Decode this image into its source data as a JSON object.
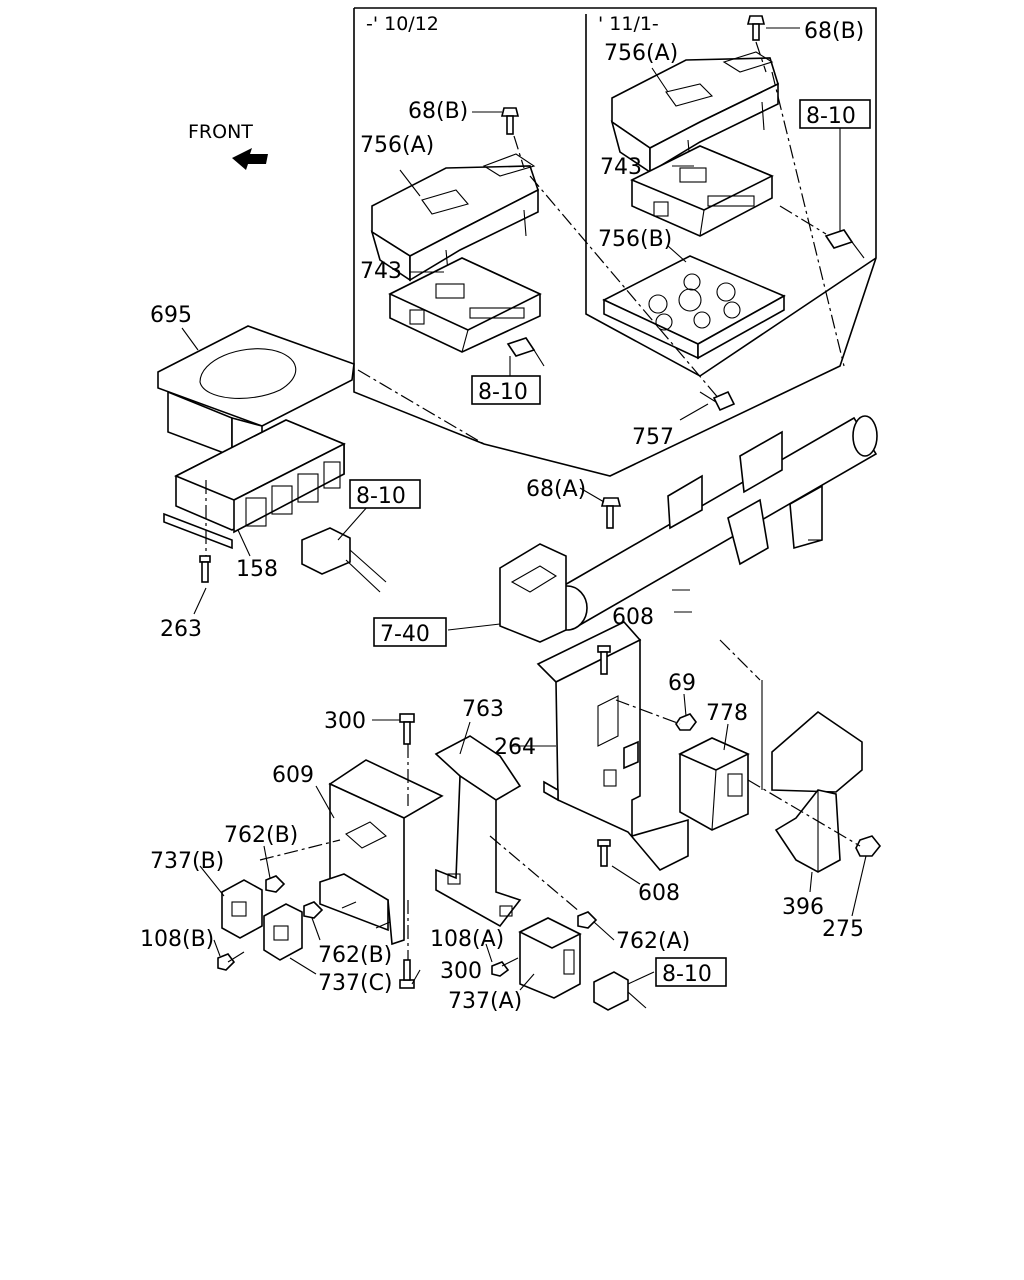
{
  "insets": {
    "left_label": "-' 10/12",
    "right_label": "' 11/1-"
  },
  "front": {
    "label": "FRONT"
  },
  "refs": {
    "r1": "8-10",
    "r2": "8-10",
    "r3": "8-10",
    "r4": "8-10",
    "r5": "7-40"
  },
  "parts": {
    "p68b_right": "68(B)",
    "p756a_right": "756(A)",
    "p743_right": "743",
    "p756b_right": "756(B)",
    "p68b_left": "68(B)",
    "p756a_left": "756(A)",
    "p743_left": "743",
    "p695": "695",
    "p757": "757",
    "p68a": "68(A)",
    "p158": "158",
    "p263": "263",
    "p608_top": "608",
    "p69": "69",
    "p778": "778",
    "p300_top": "300",
    "p763": "763",
    "p264": "264",
    "p609": "609",
    "p762b_top": "762(B)",
    "p737b": "737(B)",
    "p108b": "108(B)",
    "p762b_bottom": "762(B)",
    "p737c": "737(C)",
    "p300_bottom": "300",
    "p108a": "108(A)",
    "p762a": "762(A)",
    "p737a": "737(A)",
    "p608_bottom": "608",
    "p396": "396",
    "p275": "275"
  }
}
